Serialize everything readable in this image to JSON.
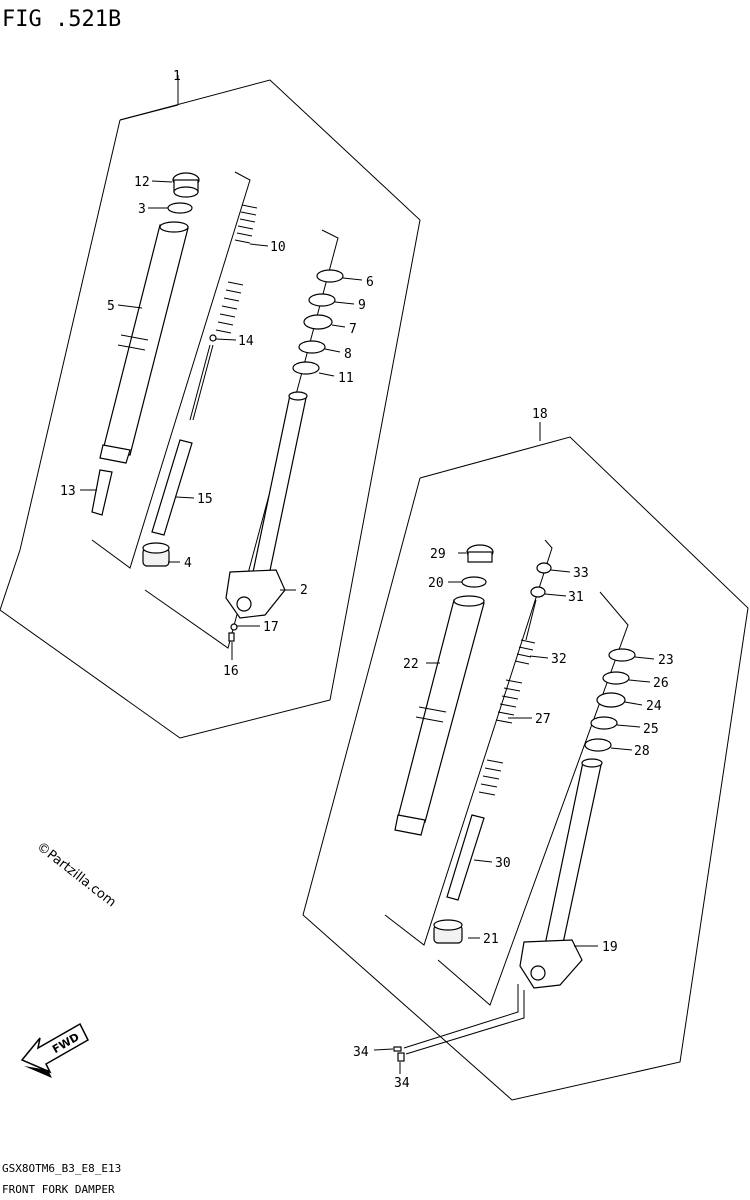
{
  "figure": {
    "title": "FIG .521B",
    "footer_code": "GSX8OTM6_B3_E8_E13",
    "footer_name": "FRONT FORK DAMPER",
    "watermark": "©Partzilla.com",
    "fwd_label": "FWD"
  },
  "callouts": [
    {
      "id": "c1",
      "text": "1"
    },
    {
      "id": "c2",
      "text": "2"
    },
    {
      "id": "c3",
      "text": "3"
    },
    {
      "id": "c4",
      "text": "4"
    },
    {
      "id": "c5",
      "text": "5"
    },
    {
      "id": "c6",
      "text": "6"
    },
    {
      "id": "c7",
      "text": "7"
    },
    {
      "id": "c8",
      "text": "8"
    },
    {
      "id": "c9",
      "text": "9"
    },
    {
      "id": "c10",
      "text": "10"
    },
    {
      "id": "c11",
      "text": "11"
    },
    {
      "id": "c12",
      "text": "12"
    },
    {
      "id": "c13",
      "text": "13"
    },
    {
      "id": "c14",
      "text": "14"
    },
    {
      "id": "c15",
      "text": "15"
    },
    {
      "id": "c16",
      "text": "16"
    },
    {
      "id": "c17",
      "text": "17"
    },
    {
      "id": "c18",
      "text": "18"
    },
    {
      "id": "c19",
      "text": "19"
    },
    {
      "id": "c20",
      "text": "20"
    },
    {
      "id": "c21",
      "text": "21"
    },
    {
      "id": "c22",
      "text": "22"
    },
    {
      "id": "c23",
      "text": "23"
    },
    {
      "id": "c24",
      "text": "24"
    },
    {
      "id": "c25",
      "text": "25"
    },
    {
      "id": "c26",
      "text": "26"
    },
    {
      "id": "c27",
      "text": "27"
    },
    {
      "id": "c28",
      "text": "28"
    },
    {
      "id": "c29",
      "text": "29"
    },
    {
      "id": "c30",
      "text": "30"
    },
    {
      "id": "c31",
      "text": "31"
    },
    {
      "id": "c32",
      "text": "32"
    },
    {
      "id": "c33",
      "text": "33"
    },
    {
      "id": "c34a",
      "text": "34"
    },
    {
      "id": "c34b",
      "text": "34"
    }
  ]
}
